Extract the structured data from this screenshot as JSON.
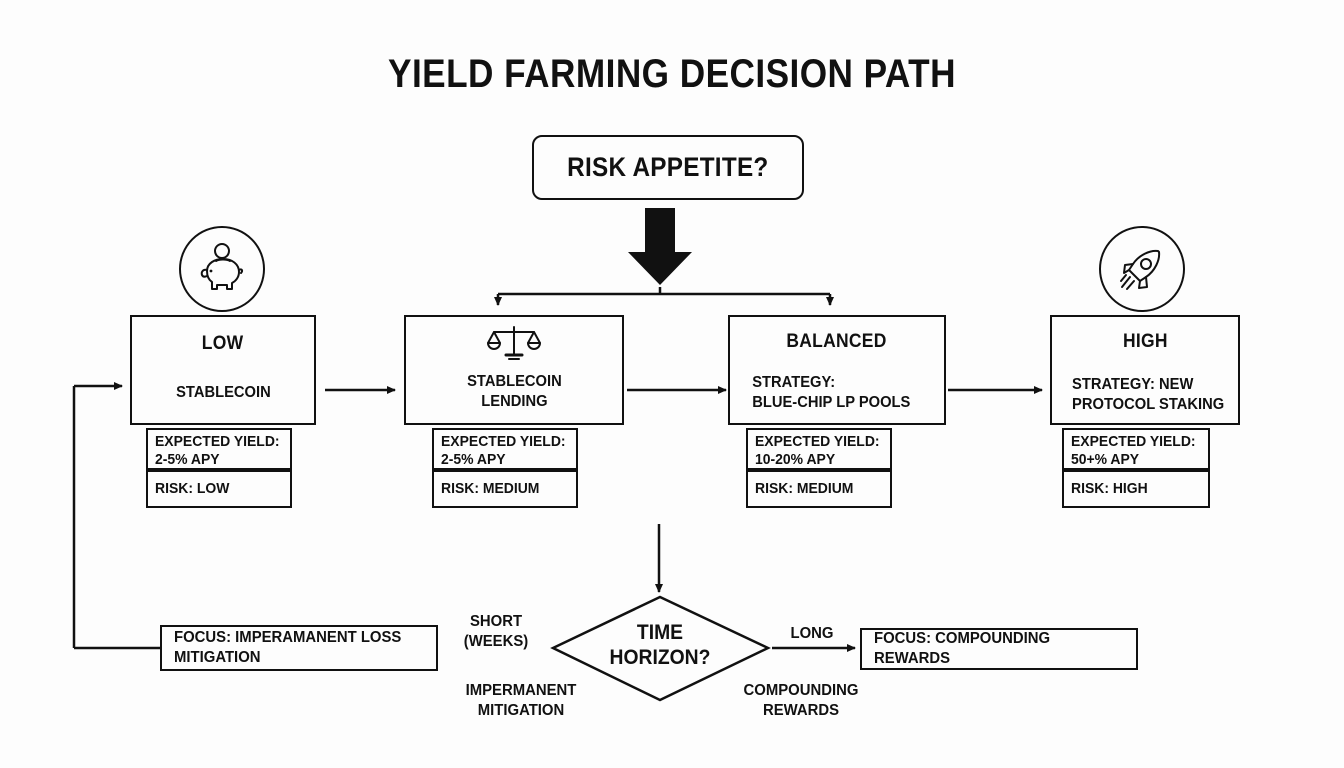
{
  "diagram": {
    "title": "YIELD FARMING DECISION PATH",
    "root": {
      "label": "RISK APPETITE?"
    },
    "branches": [
      {
        "key": "low",
        "icon": "piggy-bank-icon",
        "heading": "LOW",
        "strategy": "STABLECOIN",
        "yield_label": "EXPECTED YIELD:",
        "yield_value": "2-5% APY",
        "risk": "RISK: LOW"
      },
      {
        "key": "stablecoin-lending",
        "icon": "scales-icon",
        "heading": "",
        "strategy_line1": "STABLECOIN",
        "strategy_line2": "LENDING",
        "yield_label": "EXPECTED YIELD:",
        "yield_value": "2-5% APY",
        "risk": "RISK: MEDIUM"
      },
      {
        "key": "balanced",
        "icon": "",
        "heading": "BALANCED",
        "strategy_line1": "STRATEGY:",
        "strategy_line2": "BLUE-CHIP LP POOLS",
        "yield_label": "EXPECTED YIELD:",
        "yield_value": "10-20% APY",
        "risk": "RISK: MEDIUM"
      },
      {
        "key": "high",
        "icon": "rocket-icon",
        "heading": "HIGH",
        "strategy_line1": "STRATEGY: NEW",
        "strategy_line2": "PROTOCOL STAKING",
        "yield_label": "EXPECTED YIELD:",
        "yield_value": "50+% APY",
        "risk": "RISK: HIGH"
      }
    ],
    "time_horizon": {
      "label_line1": "TIME",
      "label_line2": "HORIZON?",
      "left_edge_top": "SHORT\n(WEEKS)",
      "left_edge_top_line1": "SHORT",
      "left_edge_top_line2": "(WEEKS)",
      "left_edge_bottom_line1": "IMPERMANENT",
      "left_edge_bottom_line2": "MITIGATION",
      "right_edge_top": "LONG",
      "right_edge_bottom_line1": "COMPOUNDING",
      "right_edge_bottom_line2": "REWARDS"
    },
    "outcomes": {
      "left_line1": "FOCUS: IMPERAMANENT LOSS",
      "left_line2": "MITIGATION",
      "right": "FOCUS: COMPOUNDING REWARDS"
    },
    "colors": {
      "stroke": "#111111",
      "background": "#fdfdfd"
    }
  }
}
